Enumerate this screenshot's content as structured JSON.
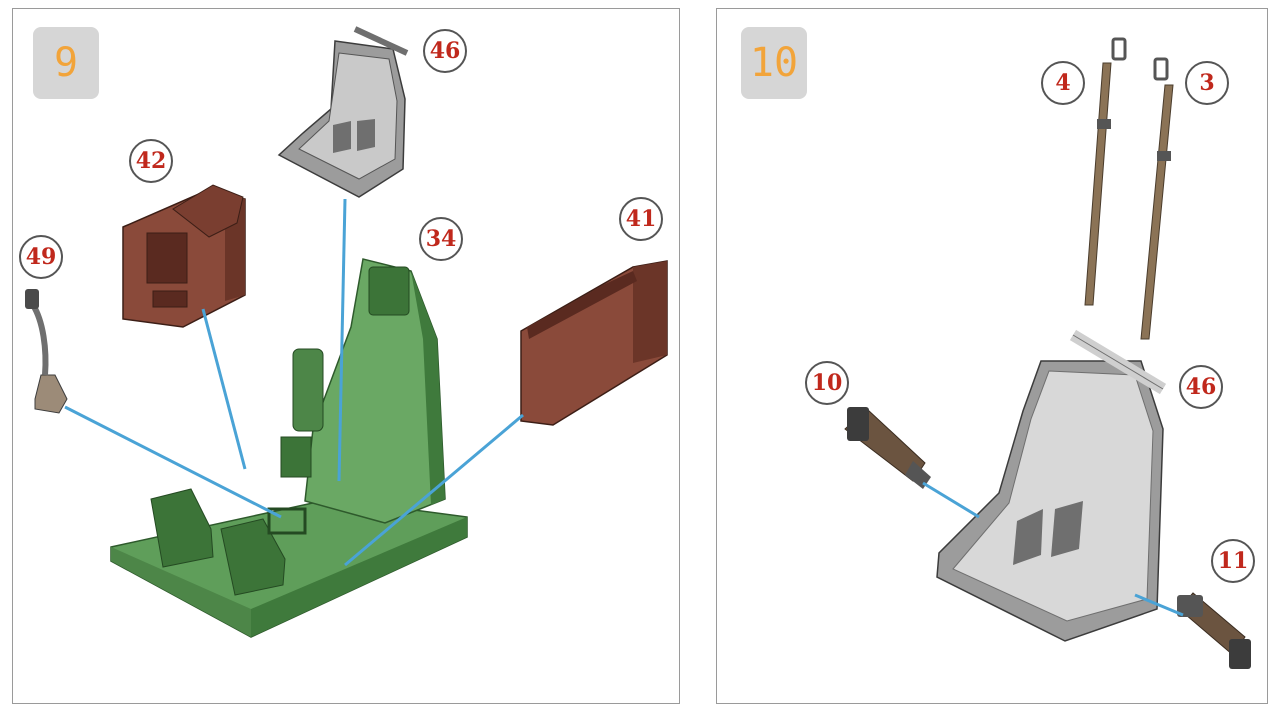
{
  "steps": [
    {
      "number": "9",
      "callouts": {
        "c46": "46",
        "c42": "42",
        "c34": "34",
        "c41": "41",
        "c49": "49"
      }
    },
    {
      "number": "10",
      "callouts": {
        "c4": "4",
        "c3": "3",
        "c10": "10",
        "c46": "46",
        "c11": "11"
      }
    }
  ],
  "colors": {
    "arrow": "#4aa3d6",
    "green_part": "#5f9e5a",
    "brown_part": "#8a4a3a",
    "grey_part": "#8d8d8d",
    "callout_number": "#c0281c",
    "step_number": "#f2a43a",
    "strap": "#8b7356"
  }
}
